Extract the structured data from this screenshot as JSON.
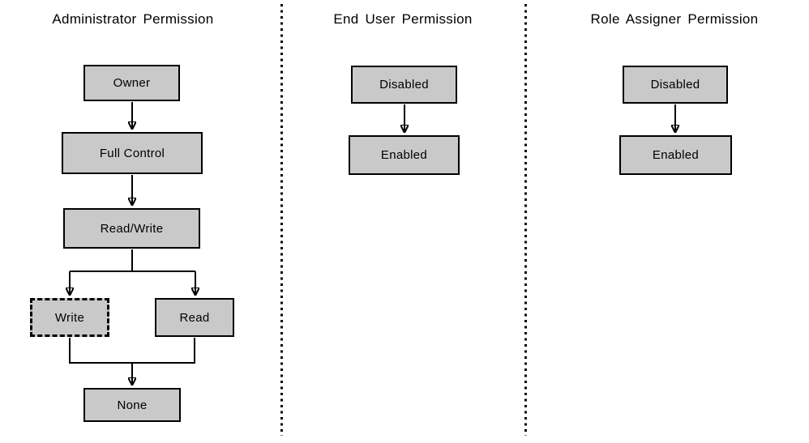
{
  "diagram": {
    "background": "#ffffff",
    "node_fill": "#c9c9c9",
    "node_border_color": "#000000",
    "connector_color": "#000000",
    "separator_style": "dotted-vertical"
  },
  "columns": [
    {
      "title": "Administrator Permission",
      "nodes": [
        {
          "label": "Owner",
          "border": "solid"
        },
        {
          "label": "Full Control",
          "border": "solid"
        },
        {
          "label": "Read/Write",
          "border": "solid"
        },
        {
          "label": "Write",
          "border": "dashed"
        },
        {
          "label": "Read",
          "border": "solid"
        },
        {
          "label": "None",
          "border": "solid"
        }
      ],
      "edges": [
        {
          "from": "Owner",
          "to": "Full Control"
        },
        {
          "from": "Full Control",
          "to": "Read/Write"
        },
        {
          "from": "Read/Write",
          "to": "Write"
        },
        {
          "from": "Read/Write",
          "to": "Read"
        },
        {
          "from": "Write",
          "to": "None"
        },
        {
          "from": "Read",
          "to": "None"
        }
      ]
    },
    {
      "title": "End User Permission",
      "nodes": [
        {
          "label": "Disabled",
          "border": "solid"
        },
        {
          "label": "Enabled",
          "border": "solid"
        }
      ],
      "edges": [
        {
          "from": "Disabled",
          "to": "Enabled"
        }
      ]
    },
    {
      "title": "Role Assigner Permission",
      "nodes": [
        {
          "label": "Disabled",
          "border": "solid"
        },
        {
          "label": "Enabled",
          "border": "solid"
        }
      ],
      "edges": [
        {
          "from": "Disabled",
          "to": "Enabled"
        }
      ]
    }
  ]
}
